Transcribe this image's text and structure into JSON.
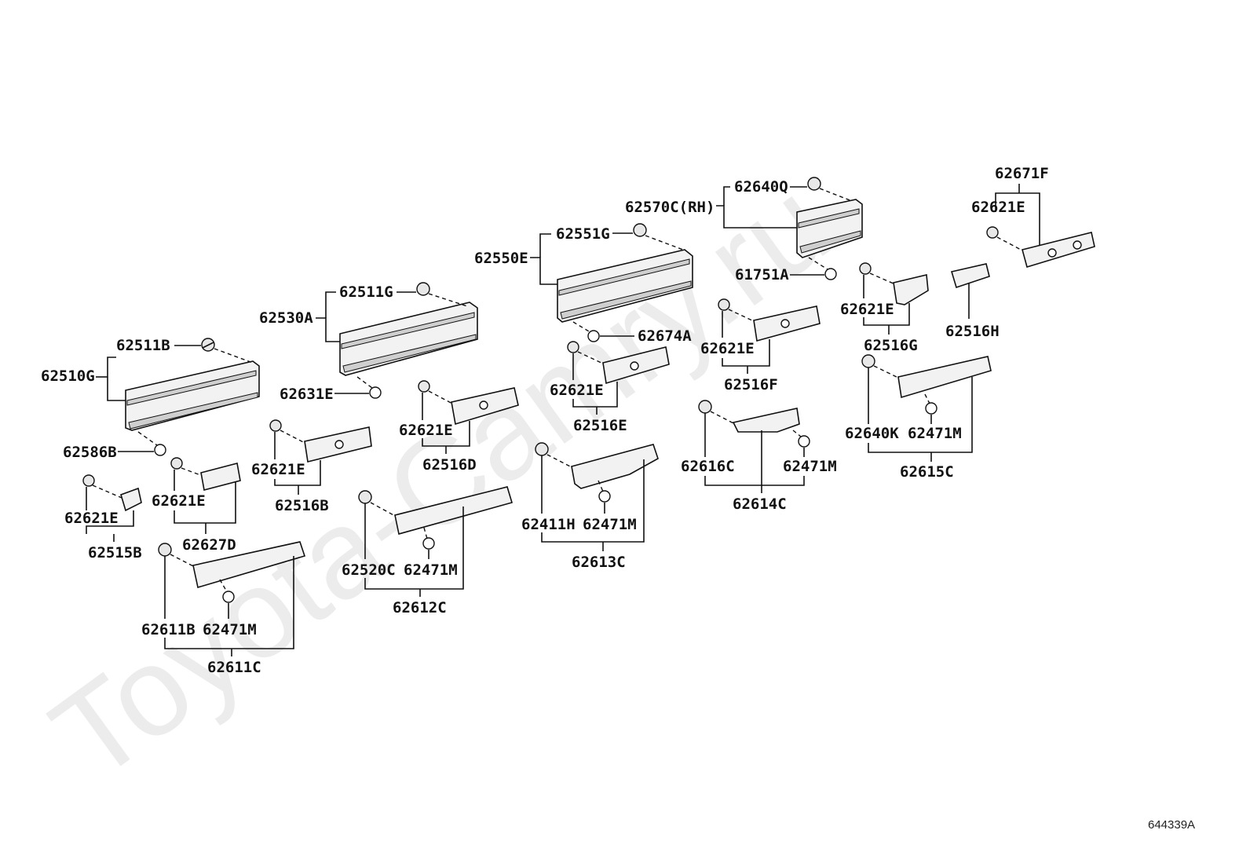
{
  "watermark": "Toyota-Camry.ru",
  "diagram_ref": "644339A",
  "labels": {
    "l62510G": "62510G",
    "l62511B": "62511B",
    "l62586B": "62586B",
    "l62621E_1": "62621E",
    "l62515B": "62515B",
    "l62621E_2": "62621E",
    "l62627D": "62627D",
    "l62530A": "62530A",
    "l62511G": "62511G",
    "l62631E": "62631E",
    "l62621E_3": "62621E",
    "l62516B": "62516B",
    "l62611B": "62611B",
    "l62471M_1": "62471M",
    "l62611C": "62611C",
    "l62621E_4": "62621E",
    "l62516D": "62516D",
    "l62520C": "62520C",
    "l62471M_2": "62471M",
    "l62612C": "62612C",
    "l62550E": "62550E",
    "l62551G": "62551G",
    "l62674A": "62674A",
    "l62621E_5": "62621E",
    "l62516E": "62516E",
    "l62411H": "62411H",
    "l62471M_3": "62471M",
    "l62613C": "62613C",
    "l62570C": "62570C(RH)",
    "l62640Q": "62640Q",
    "l61751A": "61751A",
    "l62621E_6": "62621E",
    "l62516F": "62516F",
    "l62616C": "62616C",
    "l62471M_4": "62471M",
    "l62614C": "62614C",
    "l62621E_7": "62621E",
    "l62516G": "62516G",
    "l62640K": "62640K",
    "l62471M_5": "62471M",
    "l62615C": "62615C",
    "l62516H": "62516H",
    "l62671F": "62671F",
    "l62621E_8": "62621E"
  }
}
